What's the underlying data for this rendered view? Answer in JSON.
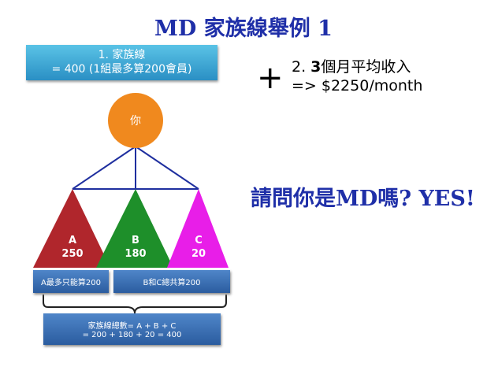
{
  "title": "MD 家族線舉例 1",
  "top_box": {
    "line1": "1. 家族線",
    "line2": "= 400 (1組最多算200會員)"
  },
  "plus": "+",
  "income": {
    "line1_prefix": "2. ",
    "line1_bold": "3",
    "line1_rest": "個月平均收入",
    "line2": "=> $2250/month"
  },
  "question": "請問你是MD嗎? YES!",
  "you": "你",
  "legs": [
    {
      "name": "A",
      "value": "250",
      "color": "#b0262c"
    },
    {
      "name": "B",
      "value": "180",
      "color": "#1e8f2a"
    },
    {
      "name": "C",
      "value": "20",
      "color": "#e81ee8"
    }
  ],
  "note_a": "A最多只能算200",
  "note_bc": "B和C總共算200",
  "total": {
    "line1": "家族線總數= A + B + C",
    "line2": "= 200 + 180 + 20 = 400"
  },
  "colors": {
    "you_circle": "#f0891e"
  }
}
